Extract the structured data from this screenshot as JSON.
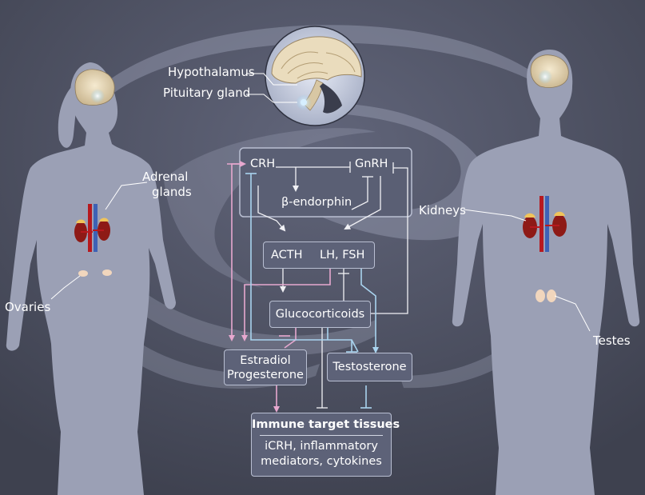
{
  "labels": {
    "hypothalamus": "Hypothalamus",
    "pituitary": "Pituitary gland",
    "adrenal_line1": "Adrenal",
    "adrenal_line2": "glands",
    "ovaries": "Ovaries",
    "kidneys": "Kidneys",
    "testes": "Testes"
  },
  "nodes": {
    "crh": "CRH",
    "gnrh": "GnRH",
    "beta_endorphin": "β-endorphin",
    "acth": "ACTH",
    "lh_fsh": "LH, FSH",
    "glucocorticoids": "Glucocorticoids",
    "estradiol": "Estradiol",
    "progesterone": "Progesterone",
    "testosterone": "Testosterone",
    "immune_title": "Immune target tissues",
    "immune_line1": "iCRH, inflammatory",
    "immune_line2": "mediators, cytokines"
  },
  "colors": {
    "background": "#4a4d5e",
    "silhouette": "#9ba0b5",
    "box_fill": "#5d6278",
    "box_border": "#b9bfd2",
    "pink_pathway": "#e7a8cf",
    "blue_pathway": "#a9d4ef",
    "white_pathway": "#f1f1f5",
    "adrenal_red": "#b7191e",
    "vessel_blue": "#3e62b5"
  }
}
